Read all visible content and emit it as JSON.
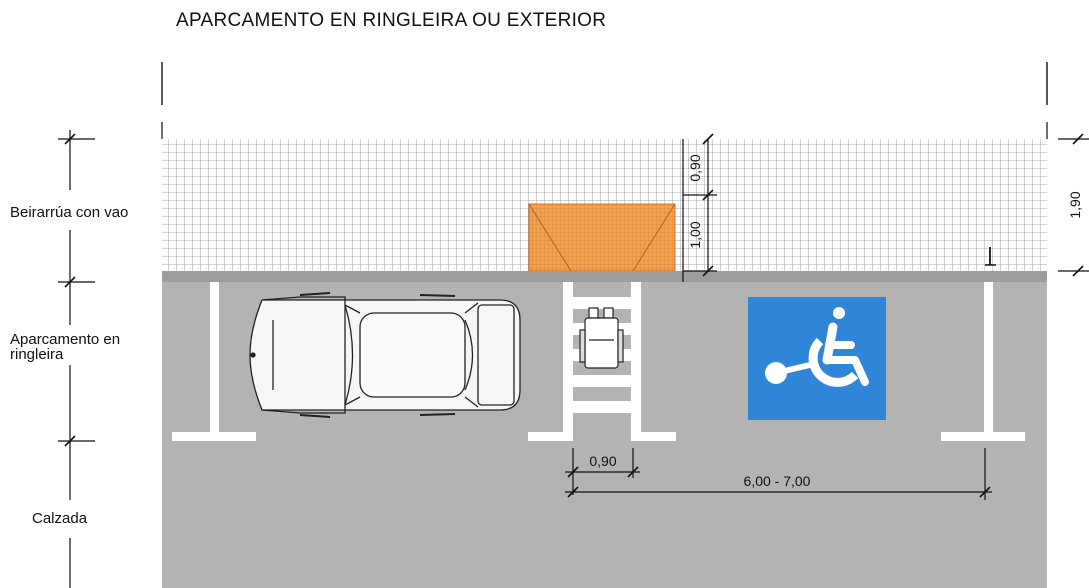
{
  "title": "APARCAMENTO EN RINGLEIRA OU EXTERIOR",
  "zones": {
    "sidewalk": "Beirarrúa con vao",
    "parking_line1": "Aparcamento en",
    "parking_line2": "ringleira",
    "road": "Calzada"
  },
  "dimensions": {
    "sidewalk_width": "1,90",
    "upper_strip": "0,90",
    "ramp_depth": "1,00",
    "access_width": "0,90",
    "bay_length": "6,00 - 7,00"
  },
  "colors": {
    "asphalt": "#b3b3b3",
    "curb": "#9d9d9d",
    "ramp": "#f4a24e",
    "accessibility_sign": "#2f86d8",
    "markings": "#ffffff"
  },
  "icons": [
    "wheelchair-icon",
    "car-topview-icon",
    "wheelchair-topview-icon"
  ]
}
